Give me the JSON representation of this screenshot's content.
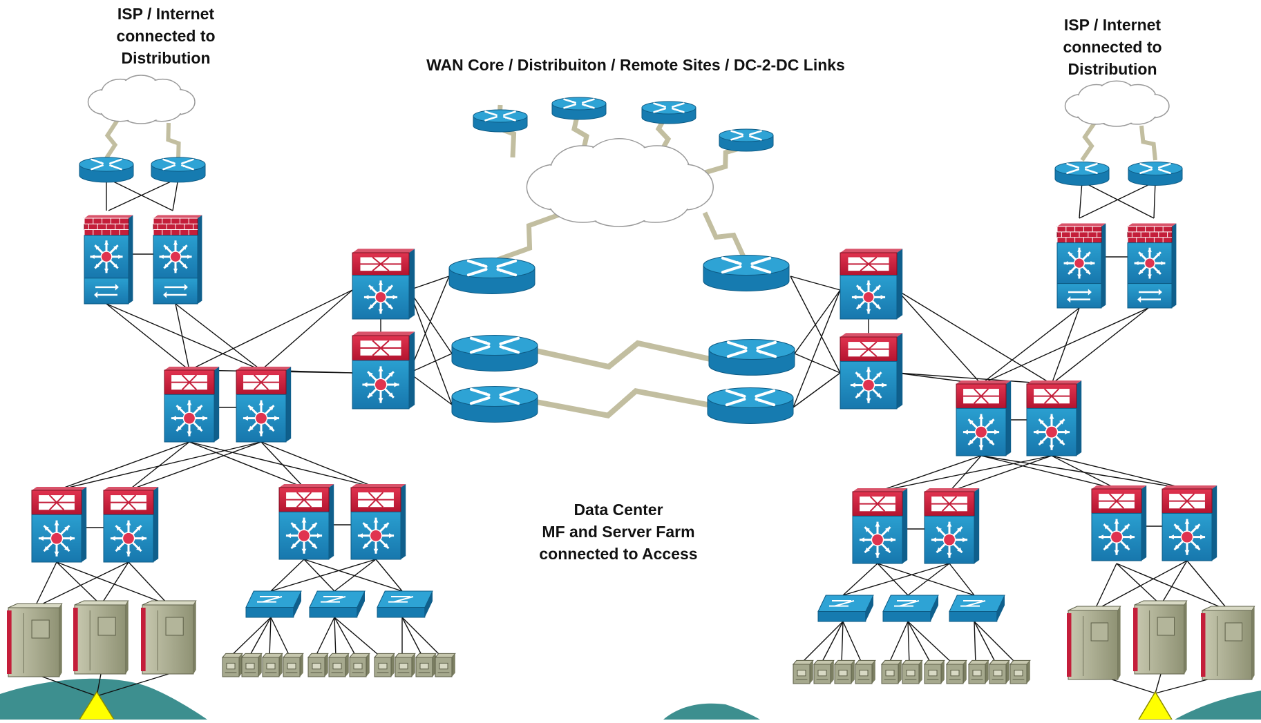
{
  "labels": {
    "isp_left": [
      "ISP / Internet",
      "connected to",
      "Distribution"
    ],
    "isp_right": [
      "ISP / Internet",
      "connected to",
      "Distribution"
    ],
    "wan_core": "WAN Core / Distribuiton / Remote Sites / DC-2-DC Links",
    "data_center": [
      "Data Center",
      "MF and Server Farm",
      "connected to Access"
    ]
  },
  "colors": {
    "router_blue": "#1c8fc0",
    "switch_blue": "#1a7fb5",
    "firewall_red": "#c41e3a",
    "mainframe_gray": "#a6a98e",
    "wan_link": "#c2bea0",
    "ground_teal": "#3d8f8f",
    "marker_yellow": "#ffff00"
  },
  "icons": [
    "cloud-icon",
    "router-icon",
    "firewall-icon",
    "multilayer-switch-icon",
    "workgroup-switch-icon",
    "mainframe-icon",
    "server-icon",
    "warning-triangle-icon"
  ]
}
